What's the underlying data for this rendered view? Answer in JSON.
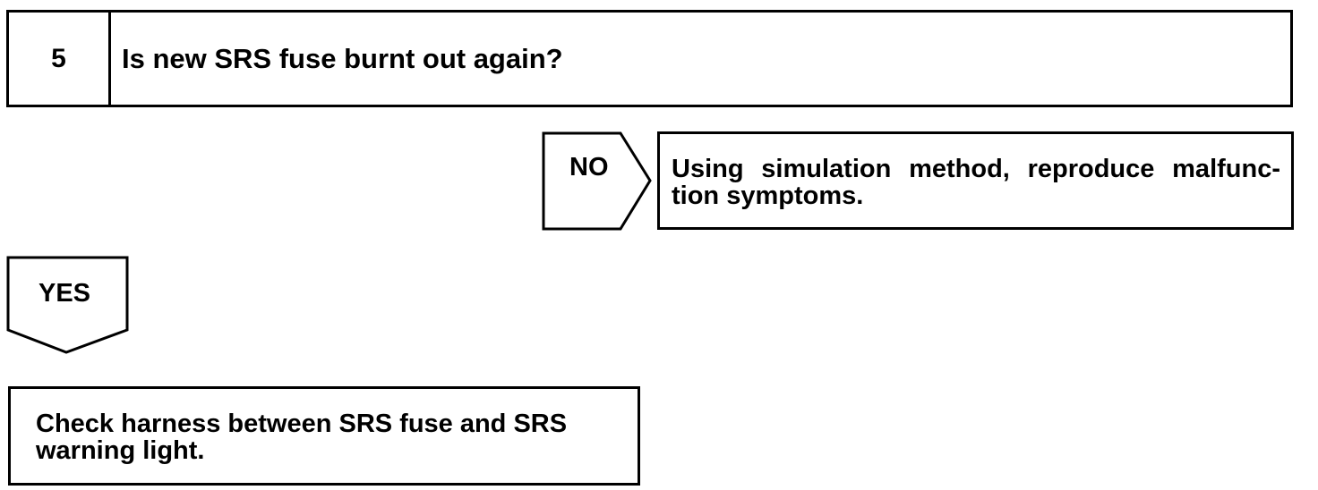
{
  "step": {
    "number": "5",
    "question": "Is new SRS fuse burnt out again?"
  },
  "branches": {
    "no": {
      "label": "NO",
      "result_line1": "Using simulation method, reproduce malfunc-",
      "result_line2": "tion symptoms."
    },
    "yes": {
      "label": "YES",
      "result_line1": "Check harness between SRS fuse and SRS",
      "result_line2": "warning light."
    }
  },
  "colors": {
    "line": "#000000",
    "background": "#ffffff"
  }
}
